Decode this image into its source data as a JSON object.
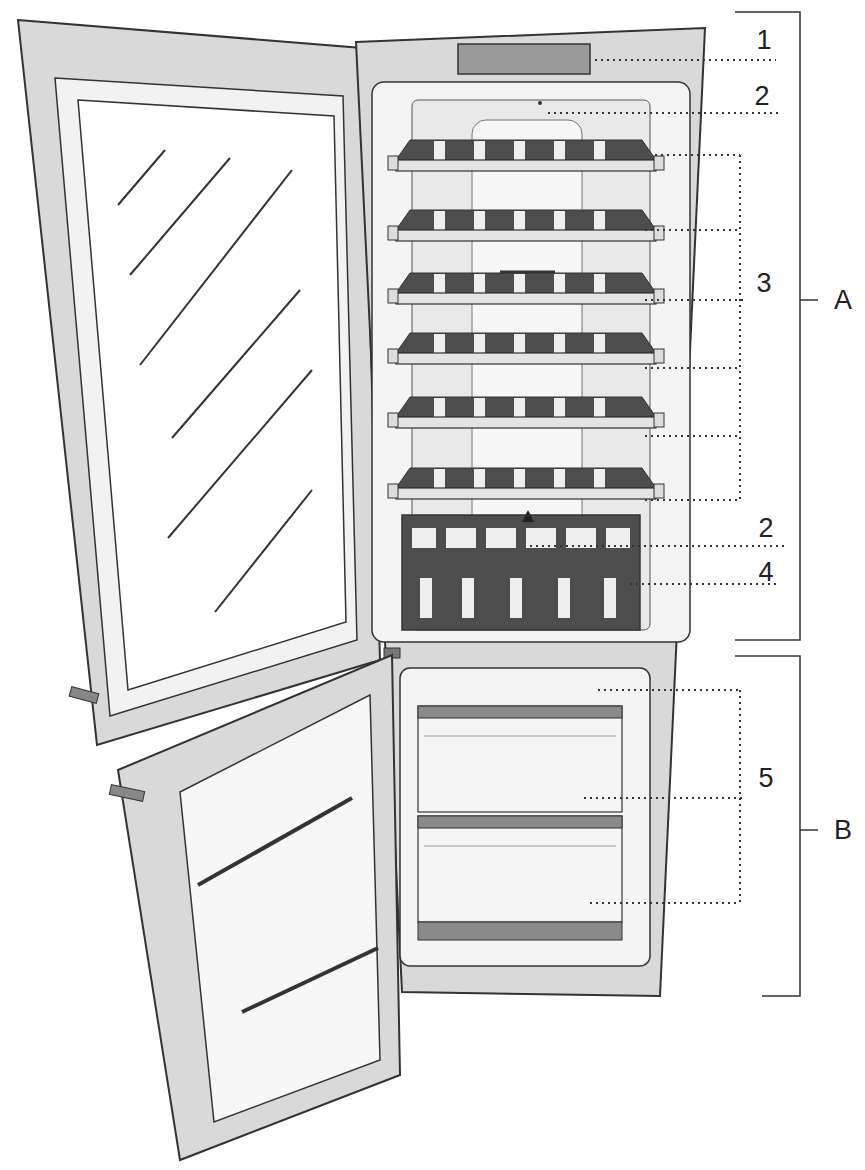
{
  "diagram": {
    "labels": [
      "1",
      "2",
      "3",
      "A",
      "2",
      "4",
      "5",
      "B"
    ]
  }
}
